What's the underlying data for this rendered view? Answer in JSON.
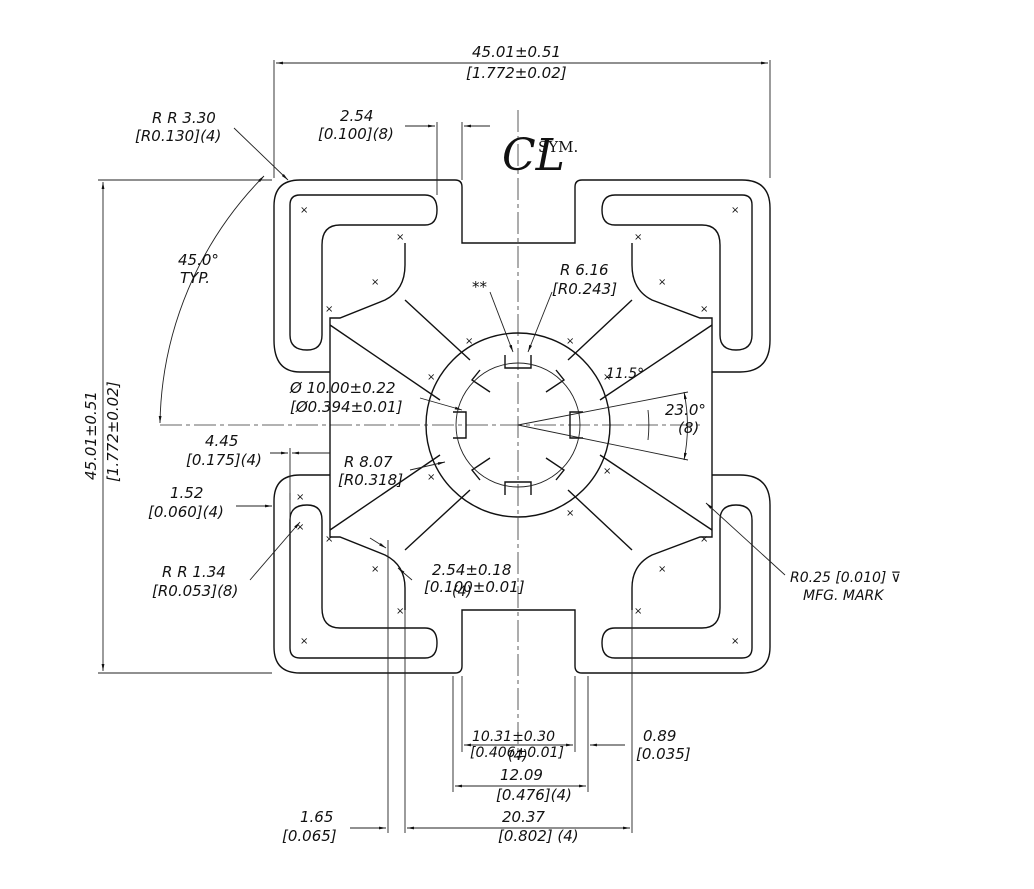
{
  "colors": {
    "line": "#111111",
    "background": "#ffffff"
  },
  "labels": {
    "overall_width": "45.01±0.51",
    "overall_width_in": "[1.772±0.02]",
    "overall_height": "45.01±0.51",
    "overall_height_in": "[1.772±0.02]",
    "corner_radius": "R R 3.30",
    "corner_radius_in": "[R0.130](4)",
    "slot_lip": "2.54",
    "slot_lip_in": "[0.100](8)",
    "centerline_symbol": "CL",
    "centerline_text": "SYM.",
    "angle": "45.0°",
    "angle_note": "TYP.",
    "core_radius": "R 6.16",
    "core_radius_in": "[R0.243]",
    "double_star": "**",
    "bore": "Ø 10.00±0.22",
    "bore_in": "[Ø0.394±0.01]",
    "small_angle": "11.5°",
    "web_angle": "23.0°",
    "web_angle_count": "(8)",
    "offset_a": "4.45",
    "offset_a_in": "[0.175](4)",
    "inner_radius": "R 8.07",
    "inner_radius_in": "[R0.318]",
    "step": "1.52",
    "step_in": "[0.060](4)",
    "small_radius": "R R 1.34",
    "small_radius_in": "[R0.053](8)",
    "web_thickness": "2.54±0.18",
    "web_thickness_in": "[0.100±0.01]",
    "web_count": "(4)",
    "mfg_mark": "R0.25 [0.010] ⊽",
    "mfg_mark_note": "MFG. MARK",
    "slot_width": "10.31±0.30",
    "slot_width_in": "[0.406±0.01]",
    "slot_count": "(4)",
    "slot_outer": "12.09",
    "slot_outer_in": "[0.476](4)",
    "lip_gap": "0.89",
    "lip_gap_in": "[0.035]",
    "wall": "1.65",
    "wall_in": "[0.065]",
    "slot_depth": "20.37",
    "slot_depth_in": "[0.802] (4)",
    "x_mark": "×"
  }
}
